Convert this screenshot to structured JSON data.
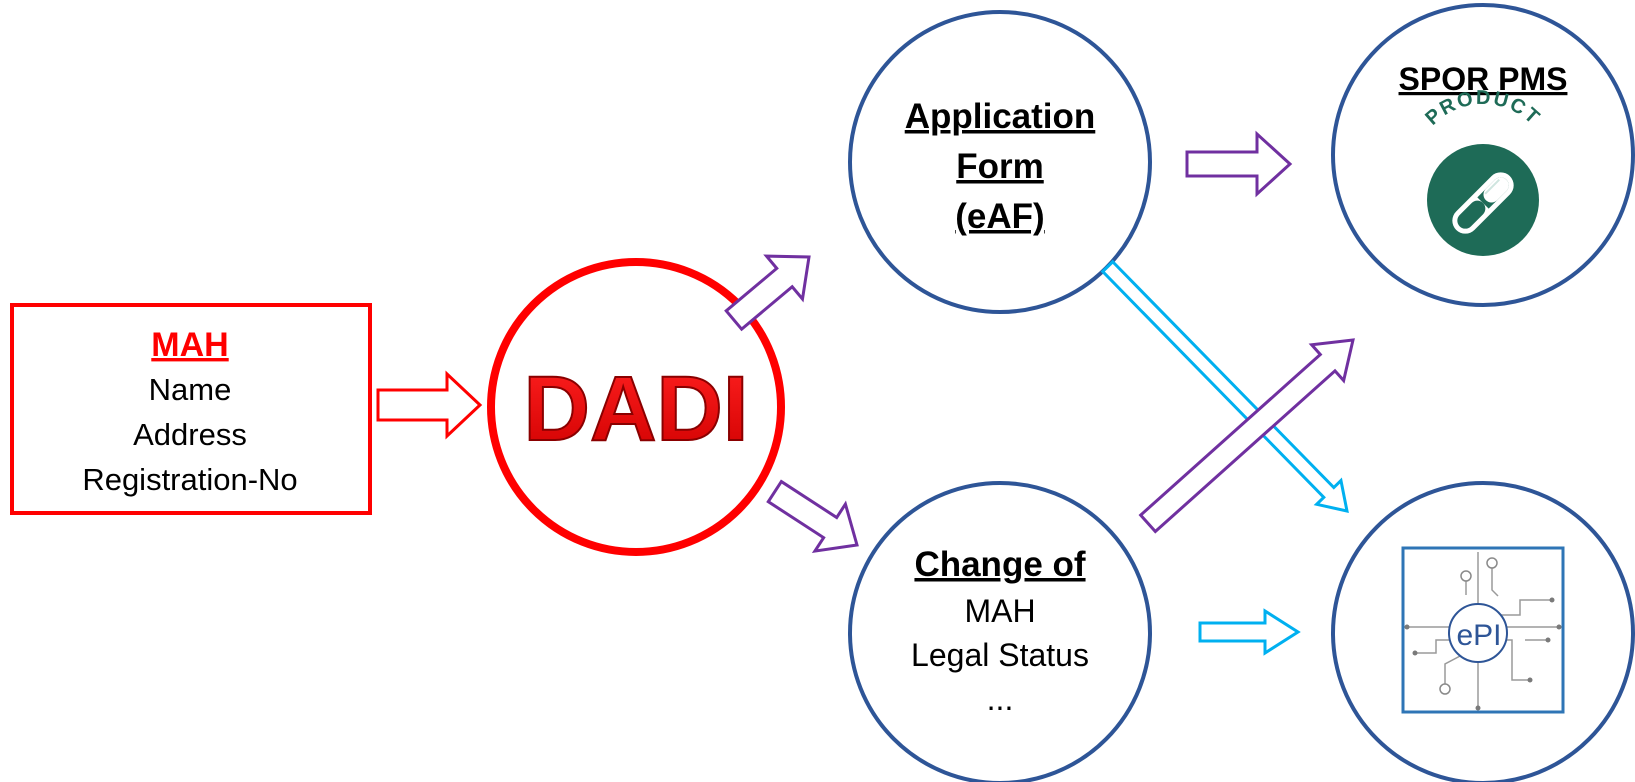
{
  "mah_box": {
    "title": "MAH",
    "lines": [
      "Name",
      "Address",
      "Registration-No"
    ]
  },
  "dadi": {
    "label": "DADI"
  },
  "application_form": {
    "lines": [
      "Application",
      "Form",
      "(eAF)"
    ]
  },
  "change_of": {
    "title": "Change of",
    "lines": [
      "MAH",
      "Legal Status",
      "..."
    ]
  },
  "spor_pms": {
    "title": "SPOR PMS",
    "logo_text": "PRODUCT"
  },
  "epi": {
    "logo_text": "ePI"
  },
  "colors": {
    "red": "#ff0000",
    "purple": "#7030a0",
    "cyan": "#00b0f0",
    "circle_stroke": "#2e5597",
    "product_green": "#1e6b57"
  }
}
